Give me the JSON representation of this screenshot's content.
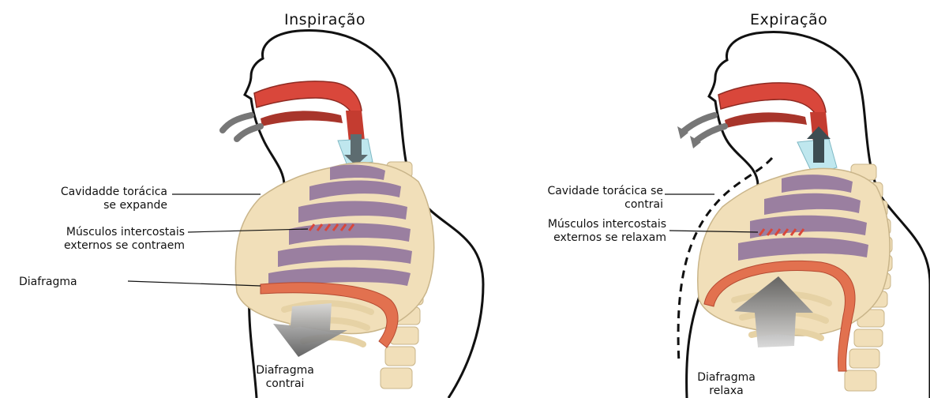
{
  "inspiration": {
    "title": "Inspiração",
    "label_thorax": "Cavidadde torácica\nse expande",
    "label_muscles": "Músculos intercostais\nexternos se contraem",
    "label_diaphragm": "Diafragma",
    "label_diaphragm_action": "Diafragma\ncontrai"
  },
  "expiration": {
    "title": "Expiração",
    "label_thorax": "Cavidade torácica se\ncontrai",
    "label_muscles": "Músculos intercostais\nexternos se relaxam",
    "label_diaphragm_action": "Diafragma\nrelaxa"
  },
  "colors": {
    "outline": "#111111",
    "airway": "#d9473b",
    "airway_dark": "#8e2a22",
    "trachea": "#bfe7ee",
    "lung": "#9a7fa0",
    "bone": "#f1dfb9",
    "bone_edge": "#c9b58a",
    "muscle_band": "#e2714f",
    "arrow": "#6e6e6e"
  }
}
